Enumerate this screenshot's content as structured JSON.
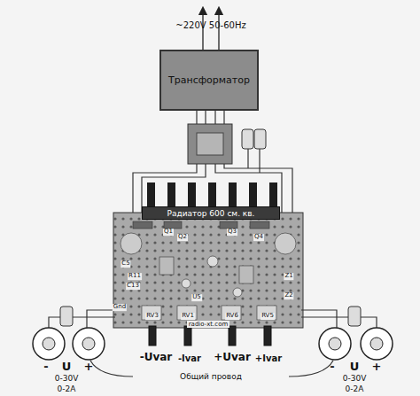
{
  "diagram": {
    "nodes": [
      {
        "text": [
          "Трансформатор"
        ]
      },
      {
        "text": [
          "Радиатор 600 см. кв."
        ]
      },
      {
        "text": [
          "radio-xt.com"
        ]
      }
    ],
    "labels": [
      "~220V 50-60Hz",
      "-Uvar",
      "-Ivar",
      "+Uvar",
      "+Ivar",
      "-",
      "U",
      "+",
      "0-30V",
      "0-2A",
      "-",
      "U",
      "+",
      "0-30V",
      "0-2A",
      "Общий провод",
      "Q1",
      "Q2",
      "Q3",
      "Q4",
      "C5",
      "C13",
      "R11",
      "Z1",
      "Z2",
      "U5",
      "RV3",
      "RV1",
      "RV6",
      "RV5",
      "Gnd"
    ]
  }
}
